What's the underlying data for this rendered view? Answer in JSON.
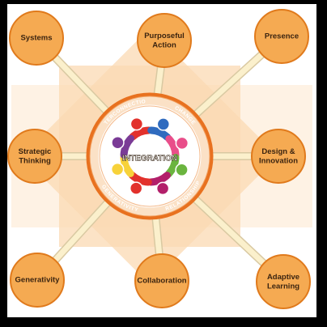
{
  "colors": {
    "node_fill": "#f5aa52",
    "node_stroke": "#e07a1c",
    "ring": "#e8711f",
    "star": "#fbd9b3",
    "connector": "#fbf0cc",
    "ring_text": "#ffffff"
  },
  "center": {
    "label": "INTEGRATION",
    "ring_labels": [
      "INTERCONNECTION",
      "CHANGE",
      "GENERATIVITY",
      "RELATIONSHIP"
    ]
  },
  "nodes": [
    {
      "id": "systems",
      "lines": [
        "Systems"
      ]
    },
    {
      "id": "purposeful-action",
      "lines": [
        "Purposeful",
        "Action"
      ]
    },
    {
      "id": "presence",
      "lines": [
        "Presence"
      ]
    },
    {
      "id": "strategic-thinking",
      "lines": [
        "Strategic",
        "Thinking"
      ]
    },
    {
      "id": "design-innovation",
      "lines": [
        "Design &",
        "Innovation"
      ]
    },
    {
      "id": "generativity",
      "lines": [
        "Generativity"
      ]
    },
    {
      "id": "collaboration",
      "lines": [
        "Collaboration"
      ]
    },
    {
      "id": "adaptive-learning",
      "lines": [
        "Adaptive",
        "Learning"
      ]
    }
  ],
  "people": [
    {
      "color": "#e2312c",
      "icon": "person-icon"
    },
    {
      "color": "#2f6bbf",
      "icon": "person-icon"
    },
    {
      "color": "#e94e8a",
      "icon": "person-icon"
    },
    {
      "color": "#6ab43e",
      "icon": "person-icon"
    },
    {
      "color": "#b21f6a",
      "icon": "person-icon"
    },
    {
      "color": "#e2312c",
      "icon": "person-icon"
    },
    {
      "color": "#f7d23a",
      "icon": "person-icon"
    },
    {
      "color": "#7a3b96",
      "icon": "person-icon"
    }
  ]
}
